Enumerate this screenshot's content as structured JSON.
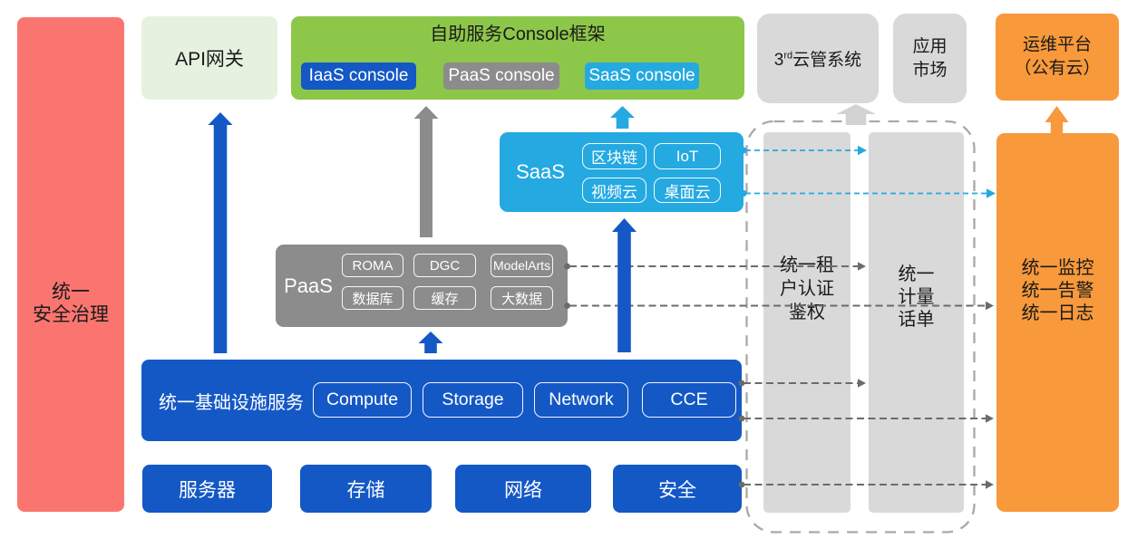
{
  "colors": {
    "bg": "#FFFFFF",
    "red": "#FA756F",
    "lightgreen": "#E6F1DF",
    "green": "#8DC74A",
    "blue": "#1458C6",
    "cyan": "#24A9E1",
    "gray": "#8C8C8C",
    "lightgray": "#D9D9D9",
    "arrowgray": "#D2D2D2",
    "orange": "#F8993B",
    "dashline": "#6B6B6B",
    "dashborder": "#A9A9A9",
    "text": "#1A1A1A",
    "white": "#FFFFFF"
  },
  "security_bar": {
    "lines": [
      "统一",
      "安全治理"
    ]
  },
  "api_gateway": {
    "label": "API网关"
  },
  "console_frame": {
    "title": "自助服务Console框架",
    "consoles": [
      {
        "label": "IaaS console"
      },
      {
        "label": "PaaS console"
      },
      {
        "label": "SaaS console"
      }
    ]
  },
  "third_party": {
    "prefix": "3",
    "superscript": "rd",
    "suffix": "云管系统"
  },
  "app_market": {
    "lines": [
      "应用",
      "市场"
    ]
  },
  "ops_platform": {
    "lines": [
      "运维平台",
      "（公有云）"
    ]
  },
  "saas": {
    "label": "SaaS",
    "items": [
      "区块链",
      "IoT",
      "视频云",
      "桌面云"
    ]
  },
  "paas": {
    "label": "PaaS",
    "items": [
      "ROMA",
      "DGC",
      "ModelArts",
      "数据库",
      "缓存",
      "大数据"
    ]
  },
  "infrastructure": {
    "label": "统一基础设施服务",
    "items": [
      "Compute",
      "Storage",
      "Network",
      "CCE"
    ]
  },
  "hardware": {
    "items": [
      "服务器",
      "存储",
      "网络",
      "安全"
    ]
  },
  "tenant_auth": {
    "lines": [
      "统一租",
      "户认证",
      "鉴权"
    ]
  },
  "billing": {
    "lines": [
      "统一",
      "计量",
      "话单"
    ]
  },
  "ops_bar": {
    "lines": [
      "统一监控",
      "统一告警",
      "统一日志"
    ]
  }
}
